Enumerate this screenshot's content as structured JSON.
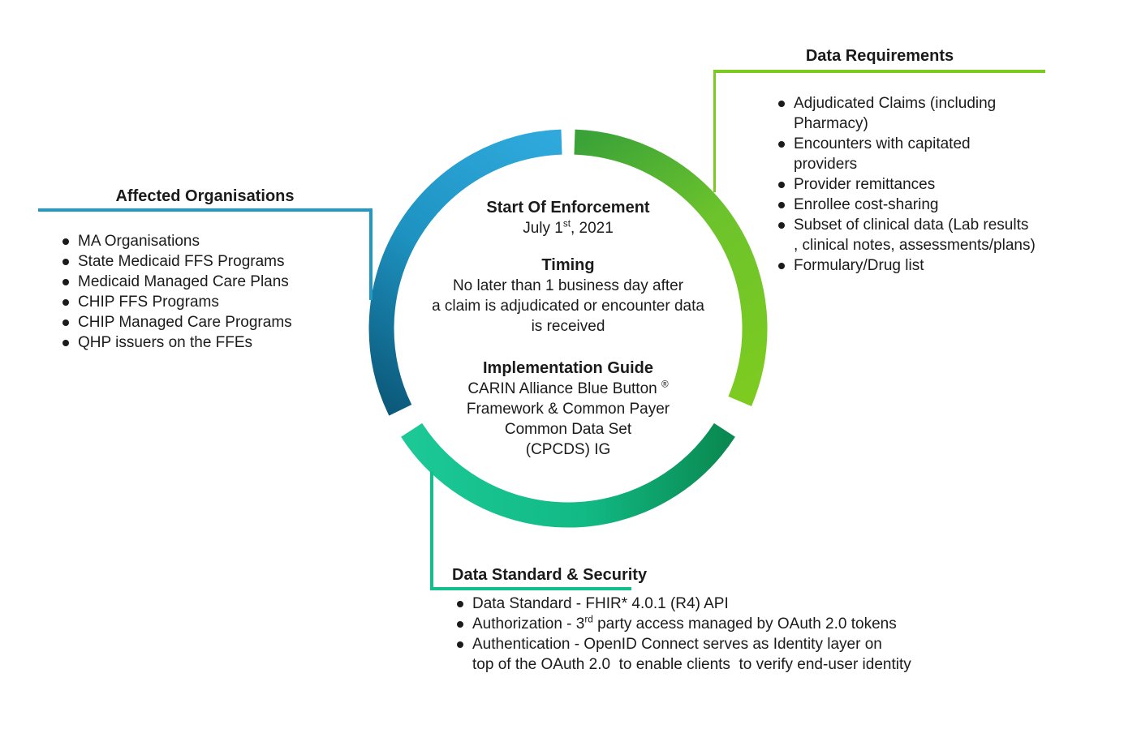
{
  "colors": {
    "blue_light": "#2FA9DC",
    "blue_mid": "#1E93C2",
    "blue_dark": "#0C5B7C",
    "green_dark": "#3AA238",
    "green_mid": "#6CC32B",
    "green": "#7DCB21",
    "teal_dark": "#0A8A52",
    "teal_mid": "#12BA85",
    "teal_light": "#1BC896",
    "connector_blue": "#2299C4",
    "connector_green": "#7CC922",
    "connector_teal": "#13BF8C",
    "text": "#1B1B1B",
    "background": "#FFFFFF"
  },
  "affected": {
    "title": "Affected Organisations",
    "items": [
      "MA Organisations",
      "State Medicaid FFS Programs",
      "Medicaid Managed Care Plans",
      "CHIP FFS Programs",
      "CHIP Managed Care Programs",
      "QHP issuers on the FFEs"
    ]
  },
  "requirements": {
    "title": "Data Requirements",
    "items": [
      [
        "Adjudicated Claims (including",
        "Pharmacy)"
      ],
      [
        "Encounters with capitated",
        "providers"
      ],
      [
        "Provider remittances"
      ],
      [
        "Enrollee cost-sharing"
      ],
      [
        "Subset of clinical data (Lab results",
        ", clinical notes, assessments/plans)"
      ],
      [
        "Formulary/Drug list"
      ]
    ]
  },
  "security": {
    "title": "Data Standard & Security",
    "items": [
      [
        "Data Standard - FHIR* 4.0.1 (R4) API"
      ],
      [
        "Authorization - 3^{rd} party access managed by OAuth 2.0 tokens"
      ],
      [
        "Authentication - OpenID Connect serves as Identity layer on",
        "top of the OAuth 2.0  to enable clients  to verify end-user identity"
      ]
    ]
  },
  "center": {
    "group1": {
      "title": "Start Of Enforcement",
      "lines": [
        "July 1^{st}, 2021"
      ]
    },
    "group2": {
      "title": "Timing",
      "lines": [
        "No later than 1 business day after",
        "a claim is adjudicated or encounter data",
        "is received"
      ]
    },
    "group3": {
      "title": "Implementation Guide",
      "lines": [
        "CARIN Alliance Blue Button ^{®}",
        "Framework & Common Payer",
        "Common Data Set",
        "(CPCDS) IG"
      ]
    }
  }
}
